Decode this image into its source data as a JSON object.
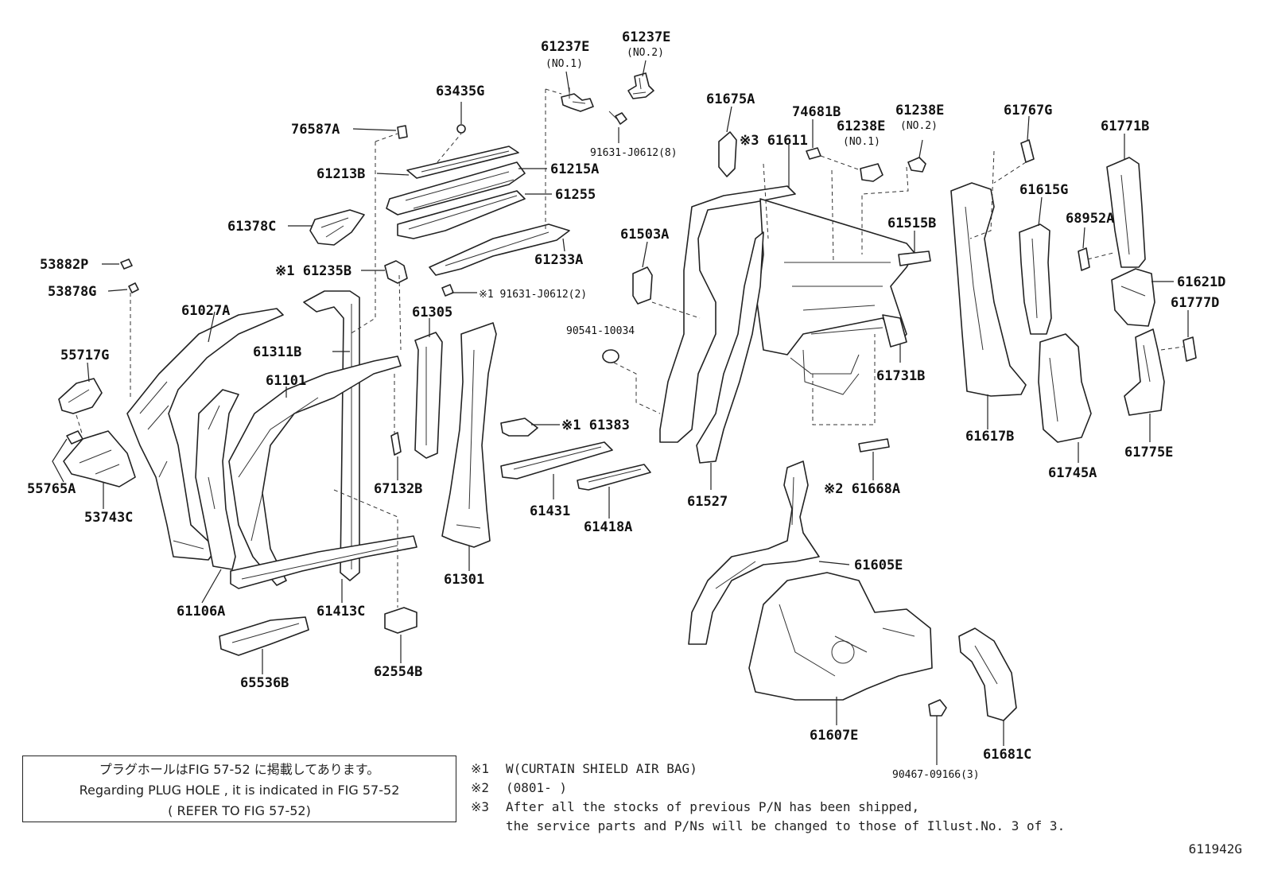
{
  "labels": {
    "p61237E_1": "61237E",
    "p61237E_1_sub": "(NO.1)",
    "p61237E_2": "61237E",
    "p61237E_2_sub": "(NO.2)",
    "p63435G": "63435G",
    "p76587A": "76587A",
    "p91631_8": "91631-J0612(8)",
    "p61213B": "61213B",
    "p61215A": "61215A",
    "p61255": "61255",
    "p61378C": "61378C",
    "p61233A": "61233A",
    "p53882P": "53882P",
    "p61235B": "※1 61235B",
    "p53878G": "53878G",
    "p91631_2": "※1 91631-J0612(2)",
    "p61027A": "61027A",
    "p61305": "61305",
    "p61311B": "61311B",
    "p55717G": "55717G",
    "p61101": "61101",
    "p90541": "90541-10034",
    "p61383": "※1 61383",
    "p55765A": "55765A",
    "p67132B": "67132B",
    "p53743C": "53743C",
    "p61431": "61431",
    "p61418A": "61418A",
    "p61301": "61301",
    "p61106A": "61106A",
    "p61413C": "61413C",
    "p62554B": "62554B",
    "p65536B": "65536B",
    "p61675A": "61675A",
    "p61611": "※3 61611",
    "p74681B": "74681B",
    "p61238E_1": "61238E",
    "p61238E_1_sub": "(NO.1)",
    "p61238E_2": "61238E",
    "p61238E_2_sub": "(NO.2)",
    "p61767G": "61767G",
    "p61771B": "61771B",
    "p61615G": "61615G",
    "p68952A": "68952A",
    "p61503A": "61503A",
    "p61515B": "61515B",
    "p61621D": "61621D",
    "p61777D": "61777D",
    "p61731B": "61731B",
    "p61617B": "61617B",
    "p61775E": "61775E",
    "p61745A": "61745A",
    "p61527": "61527",
    "p61668A": "※2 61668A",
    "p61605E": "61605E",
    "p61607E": "61607E",
    "p61681C": "61681C",
    "p90467": "90467-09166(3)"
  },
  "note_box": {
    "line1": "プラグホールはFIG 57-52 に掲載してあります。",
    "line2": "Regarding PLUG HOLE , it is indicated in FIG 57-52",
    "line3": "( REFER TO FIG 57-52)"
  },
  "footnotes": {
    "n1_mark": "※1",
    "n1_text": "W(CURTAIN SHIELD AIR BAG)",
    "n2_mark": "※2",
    "n2_text": "(0801-     )",
    "n3_mark": "※3",
    "n3_text": "After all the stocks of previous P/N has been shipped,",
    "n3_text2": "the service parts and P/Ns will be changed to those of Illust.No. 3 of 3."
  },
  "figure_id": "611942G"
}
